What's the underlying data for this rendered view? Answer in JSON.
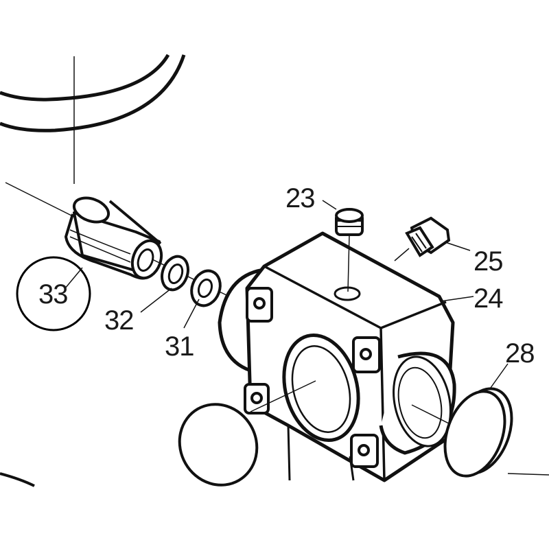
{
  "diagram": {
    "parts": [
      {
        "id": "p33",
        "number": "33",
        "circled": true
      },
      {
        "id": "p32",
        "number": "32"
      },
      {
        "id": "p31",
        "number": "31"
      },
      {
        "id": "p23",
        "number": "23"
      },
      {
        "id": "p25",
        "number": "25"
      },
      {
        "id": "p24",
        "number": "24"
      },
      {
        "id": "p28",
        "number": "28"
      }
    ],
    "line_color": "#111111",
    "highlight_color": "#000000"
  }
}
